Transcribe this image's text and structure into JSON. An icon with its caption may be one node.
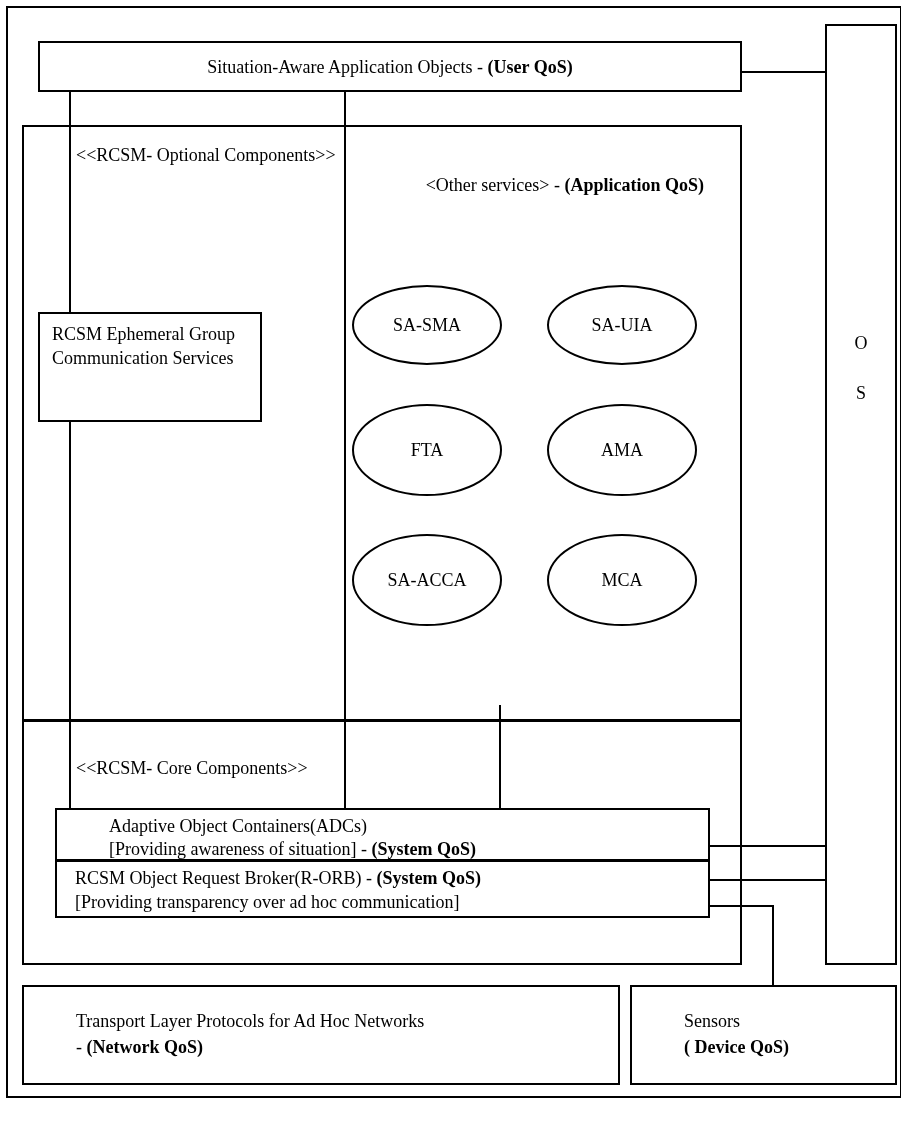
{
  "diagram": {
    "nodes": [
      {
        "text": [
          "Situation-Aware Application Objects - **(User QoS)**"
        ]
      },
      {
        "text": [
          "<<RCSM- Optional Components>>",
          "<Other services> - **(Application QoS)**"
        ]
      },
      {
        "text": [
          "RCSM Ephemeral Group Communication Services"
        ],
        "in": 1
      },
      {
        "text": [
          "SA-SMA"
        ],
        "in": 1
      },
      {
        "text": [
          "SA-UIA"
        ],
        "in": 1
      },
      {
        "text": [
          "FTA"
        ],
        "in": 1
      },
      {
        "text": [
          "AMA"
        ],
        "in": 1
      },
      {
        "text": [
          "SA-ACCA"
        ],
        "in": 1
      },
      {
        "text": [
          "MCA"
        ],
        "in": 1
      },
      {
        "text": [
          "<<RCSM- Core Components>>"
        ]
      },
      {
        "text": [
          "Adaptive Object Containers(ADCs)",
          "[Providing awareness of situation] - **(System QoS)**"
        ],
        "in": 9
      },
      {
        "text": [
          "RCSM Object Request Broker(R-ORB) - **(System QoS)**",
          "[Providing transparency over ad hoc communication]"
        ],
        "in": 9
      },
      {
        "text": [
          "O",
          "S"
        ]
      },
      {
        "text": [
          "Transport Layer Protocols for Ad Hoc Networks",
          "- **(Network QoS)**"
        ]
      },
      {
        "text": [
          "Sensors",
          "( Device QoS)"
        ]
      }
    ],
    "edges": [
      {
        "from": 0,
        "to": 2,
        "arrow": "none"
      },
      {
        "from": 2,
        "to": 10,
        "arrow": "none"
      },
      {
        "from": 0,
        "to": 10,
        "arrow": "none"
      },
      {
        "from": 1,
        "to": 10,
        "arrow": "none"
      },
      {
        "from": 0,
        "to": 12,
        "arrow": "none"
      },
      {
        "from": 10,
        "to": 12,
        "arrow": "none"
      },
      {
        "from": 11,
        "to": 12,
        "arrow": "none"
      },
      {
        "from": 11,
        "to": 14,
        "arrow": "none"
      }
    ]
  }
}
